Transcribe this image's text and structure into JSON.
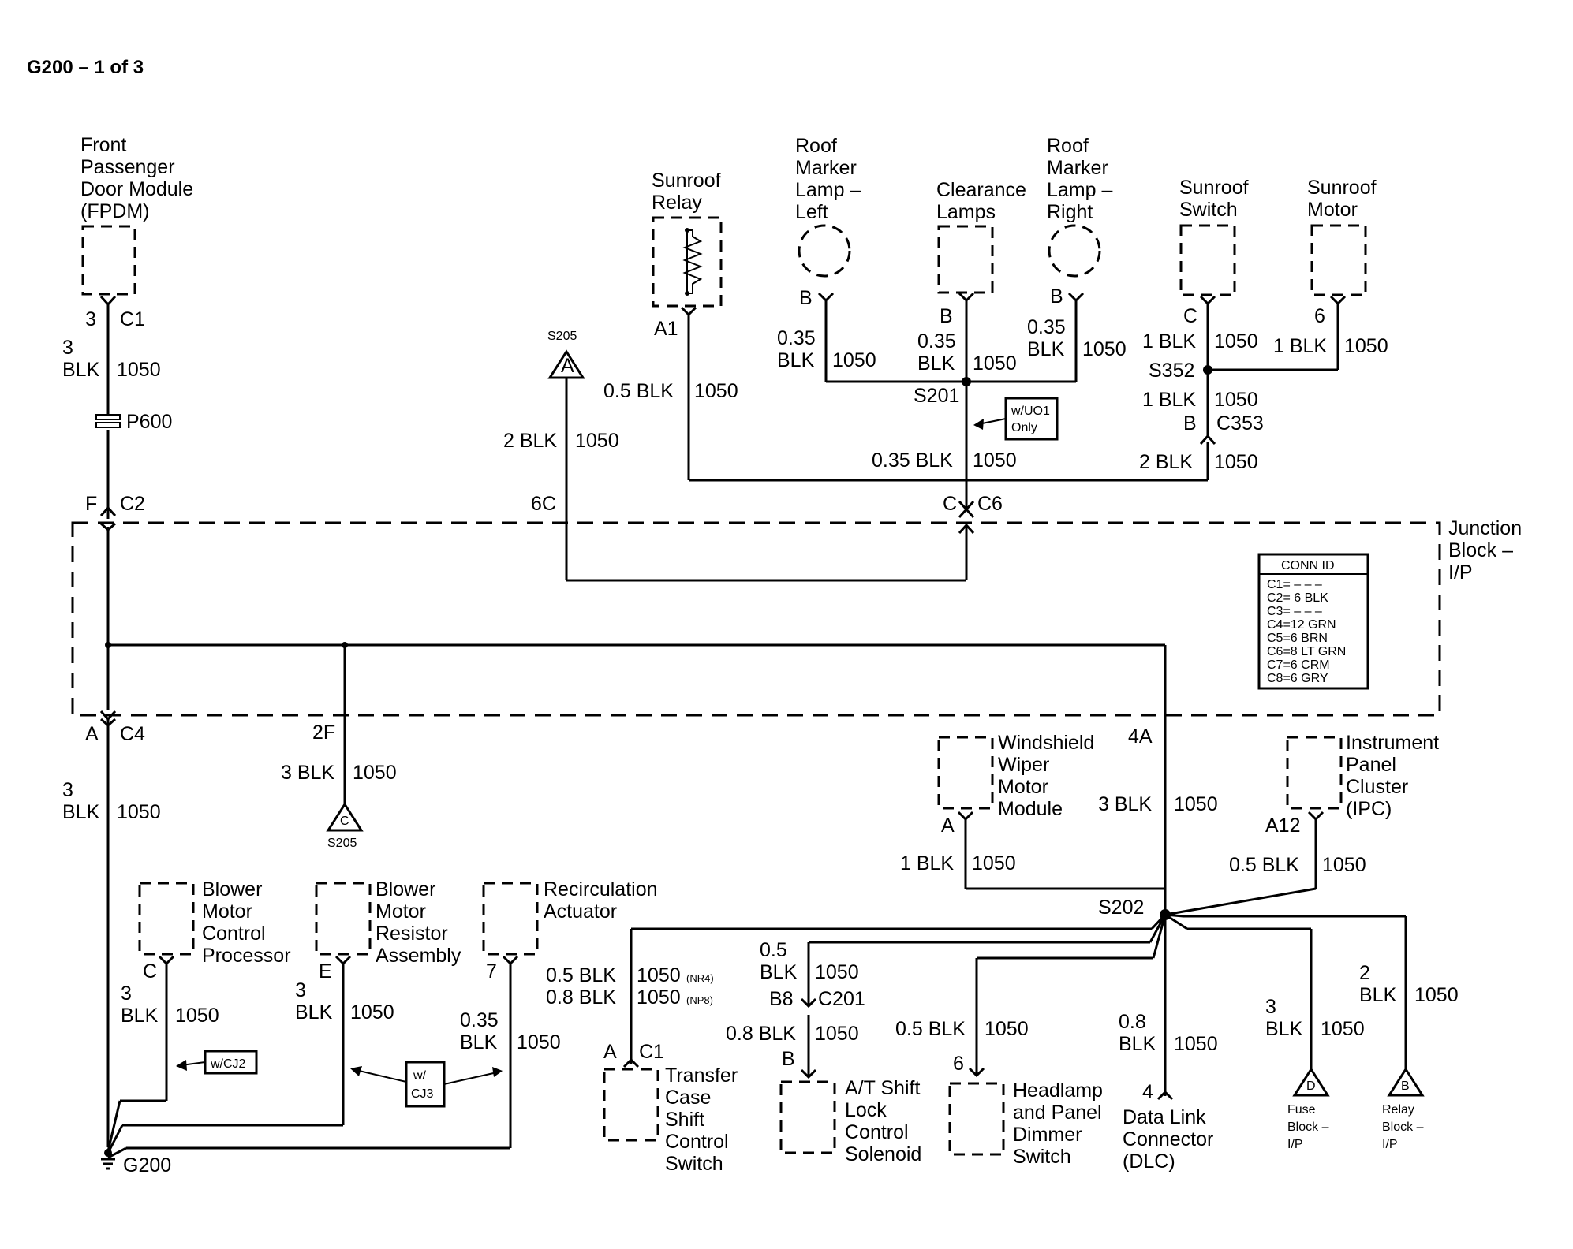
{
  "title": "G200 – 1 of 3",
  "components": {
    "fpdm": [
      "Front",
      "Passenger",
      "Door Module",
      "(FPDM)"
    ],
    "sunroof_relay": [
      "Sunroof",
      "Relay"
    ],
    "roof_marker_left": [
      "Roof",
      "Marker",
      "Lamp –",
      "Left"
    ],
    "clearance_lamps": [
      "Clearance",
      "Lamps"
    ],
    "roof_marker_right": [
      "Roof",
      "Marker",
      "Lamp –",
      "Right"
    ],
    "sunroof_switch": [
      "Sunroof",
      "Switch"
    ],
    "sunroof_motor": [
      "Sunroof",
      "Motor"
    ],
    "junction_block": [
      "Junction",
      "Block –",
      "I/P"
    ],
    "windshield_wiper": [
      "Windshield",
      "Wiper",
      "Motor",
      "Module"
    ],
    "ipc": [
      "Instrument",
      "Panel",
      "Cluster",
      "(IPC)"
    ],
    "blower_control": [
      "Blower",
      "Motor",
      "Control",
      "Processor"
    ],
    "blower_resistor": [
      "Blower",
      "Motor",
      "Resistor",
      "Assembly"
    ],
    "recirc": [
      "Recirculation",
      "Actuator"
    ],
    "transfer_case": [
      "Transfer",
      "Case",
      "Shift",
      "Control",
      "Switch"
    ],
    "at_shift": [
      "A/T Shift",
      "Lock",
      "Control",
      "Solenoid"
    ],
    "headlamp": [
      "Headlamp",
      "and Panel",
      "Dimmer",
      "Switch"
    ],
    "dlc": [
      "Data Link",
      "Connector",
      "(DLC)"
    ],
    "fuse_block": [
      "Fuse",
      "Block –",
      "I/P"
    ],
    "relay_block": [
      "Relay",
      "Block –",
      "I/P"
    ]
  },
  "conn_id": {
    "header": "CONN ID",
    "rows": [
      "C1= – – –",
      "C2= 6 BLK",
      "C3= – – –",
      "C4=12 GRN",
      "C5=6 BRN",
      "C6=8 LT GRN",
      "C7=6 CRM",
      "C8=6 GRY"
    ]
  },
  "notes": {
    "wuo1": [
      "w/UO1",
      "Only"
    ],
    "wcj2": "w/CJ2",
    "wcj3": [
      "w/",
      "CJ3"
    ]
  },
  "refs": {
    "s205_top_label": "S205",
    "s205_top_letter": "A",
    "s205_bot_label": "S205",
    "s205_bot_letter": "C",
    "fuse_letter": "D",
    "relay_letter": "B"
  },
  "labels": {
    "p600": "P600",
    "g200": "G200",
    "s201": "S201",
    "s202": "S202",
    "s352": "S352",
    "c353": "C353",
    "c353_pin": "B",
    "fpdm_pin": "3",
    "fpdm_conn": "C1",
    "fpdm_wire_size": "3",
    "fpdm_wire_color": "BLK",
    "fpdm_circuit": "1050",
    "jb_c2_pin": "F",
    "jb_c2": "C2",
    "jb_6c": "6C",
    "jb_c6_pin": "C",
    "jb_c6": "C6",
    "jb_c4_pin": "A",
    "jb_c4": "C4",
    "jb_2f": "2F",
    "jb_4a": "4A",
    "relay_pin": "A1",
    "relay_wire": "0.5 BLK",
    "relay_circuit": "1050",
    "s205_wire": "2 BLK",
    "s205_circuit": "1050",
    "rml_pin": "B",
    "rml_wire_size": "0.35",
    "rml_wire_color": "BLK",
    "rml_circuit": "1050",
    "cl_pin": "B",
    "cl_wire_size": "0.35",
    "cl_wire_color": "BLK",
    "cl_circuit": "1050",
    "rmr_pin": "B",
    "rmr_wire_size": "0.35",
    "rmr_wire_color": "BLK",
    "rmr_circuit": "1050",
    "s201_wire": "0.35 BLK",
    "s201_circuit": "1050",
    "ssw_pin": "C",
    "ssw_wire": "1 BLK",
    "ssw_circuit": "1050",
    "smo_pin": "6",
    "smo_wire": "1 BLK",
    "smo_circuit": "1050",
    "s352_wire": "1 BLK",
    "s352_circuit": "1050",
    "c353_wire": "2 BLK",
    "c353_circuit": "1050",
    "c4_wire_size": "3",
    "c4_wire_color": "BLK",
    "c4_circuit": "1050",
    "s205c_wire": "3 BLK",
    "s205c_circuit": "1050",
    "ww_pin": "A",
    "ww_wire": "1 BLK",
    "ww_circuit": "1050",
    "s202_in_wire": "3 BLK",
    "s202_in_circuit": "1050",
    "ipc_pin": "A12",
    "ipc_wire": "0.5 BLK",
    "ipc_circuit": "1050",
    "bmc_pin": "C",
    "bmc_wire_size": "3",
    "bmc_wire_color": "BLK",
    "bmc_circuit": "1050",
    "bmr_pin": "E",
    "bmr_wire_size": "3",
    "bmr_wire_color": "BLK",
    "bmr_circuit": "1050",
    "rec_pin": "7",
    "rec_wire_size": "0.35",
    "rec_wire_color": "BLK",
    "rec_circuit": "1050",
    "tc_wire1": "0.5 BLK",
    "tc_circuit1": "1050",
    "tc_opt1": "(NR4)",
    "tc_wire2": "0.8 BLK",
    "tc_circuit2": "1050",
    "tc_opt2": "(NP8)",
    "tc_pin": "A",
    "tc_conn": "C1",
    "at_wire_size": "0.5",
    "at_wire_color": "BLK",
    "at_circuit": "1050",
    "at_c201_pin": "B8",
    "at_c201": "C201",
    "at_wire2": "0.8 BLK",
    "at_circuit2": "1050",
    "at_pin": "B",
    "hd_wire": "0.5 BLK",
    "hd_circuit": "1050",
    "hd_pin": "6",
    "dlc_wire_size": "0.8",
    "dlc_wire_color": "BLK",
    "dlc_circuit": "1050",
    "dlc_pin": "4",
    "fb_wire_size": "3",
    "fb_wire_color": "BLK",
    "fb_circuit": "1050",
    "rb_wire_size": "2",
    "rb_wire_color": "BLK",
    "rb_circuit": "1050"
  }
}
